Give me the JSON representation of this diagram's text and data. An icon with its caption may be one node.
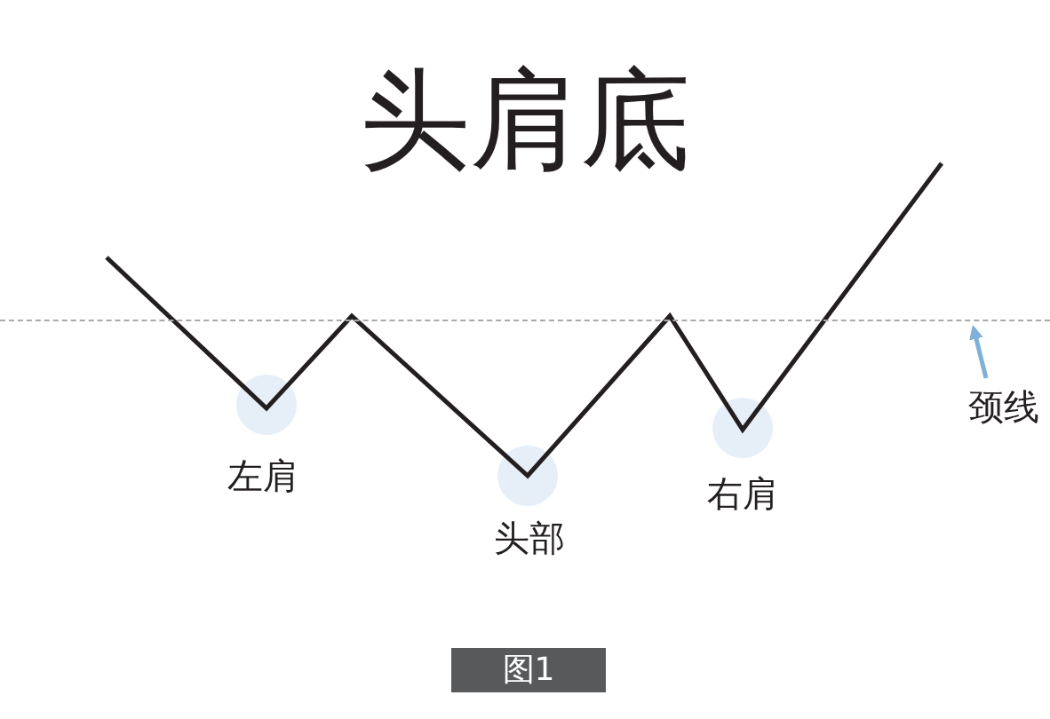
{
  "diagram": {
    "title": "头肩底",
    "caption": "图1",
    "nodes": [
      {
        "text": [
          "颈线"
        ]
      },
      {
        "text": [],
        "shape": "line"
      }
    ],
    "edges": [
      {
        "from": 0,
        "to": 1,
        "arrow": "to"
      }
    ],
    "labels": [
      "左肩",
      "头部",
      "右肩"
    ]
  }
}
